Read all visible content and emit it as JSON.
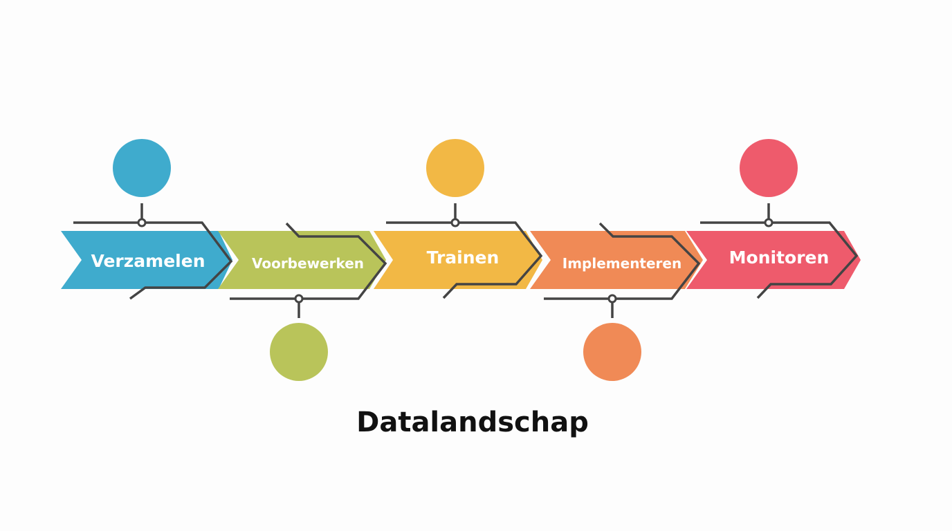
{
  "title": "Datalandschap",
  "steps": [
    {
      "label": "Verzamelen",
      "color": "#3fabcd",
      "node": "top"
    },
    {
      "label": "Voorbewerken",
      "color": "#b9c45a",
      "node": "bottom"
    },
    {
      "label": "Trainen",
      "color": "#f2b845",
      "node": "top"
    },
    {
      "label": "Implementeren",
      "color": "#f08a56",
      "node": "bottom"
    },
    {
      "label": "Monitoren",
      "color": "#ee5b6c",
      "node": "top"
    }
  ]
}
